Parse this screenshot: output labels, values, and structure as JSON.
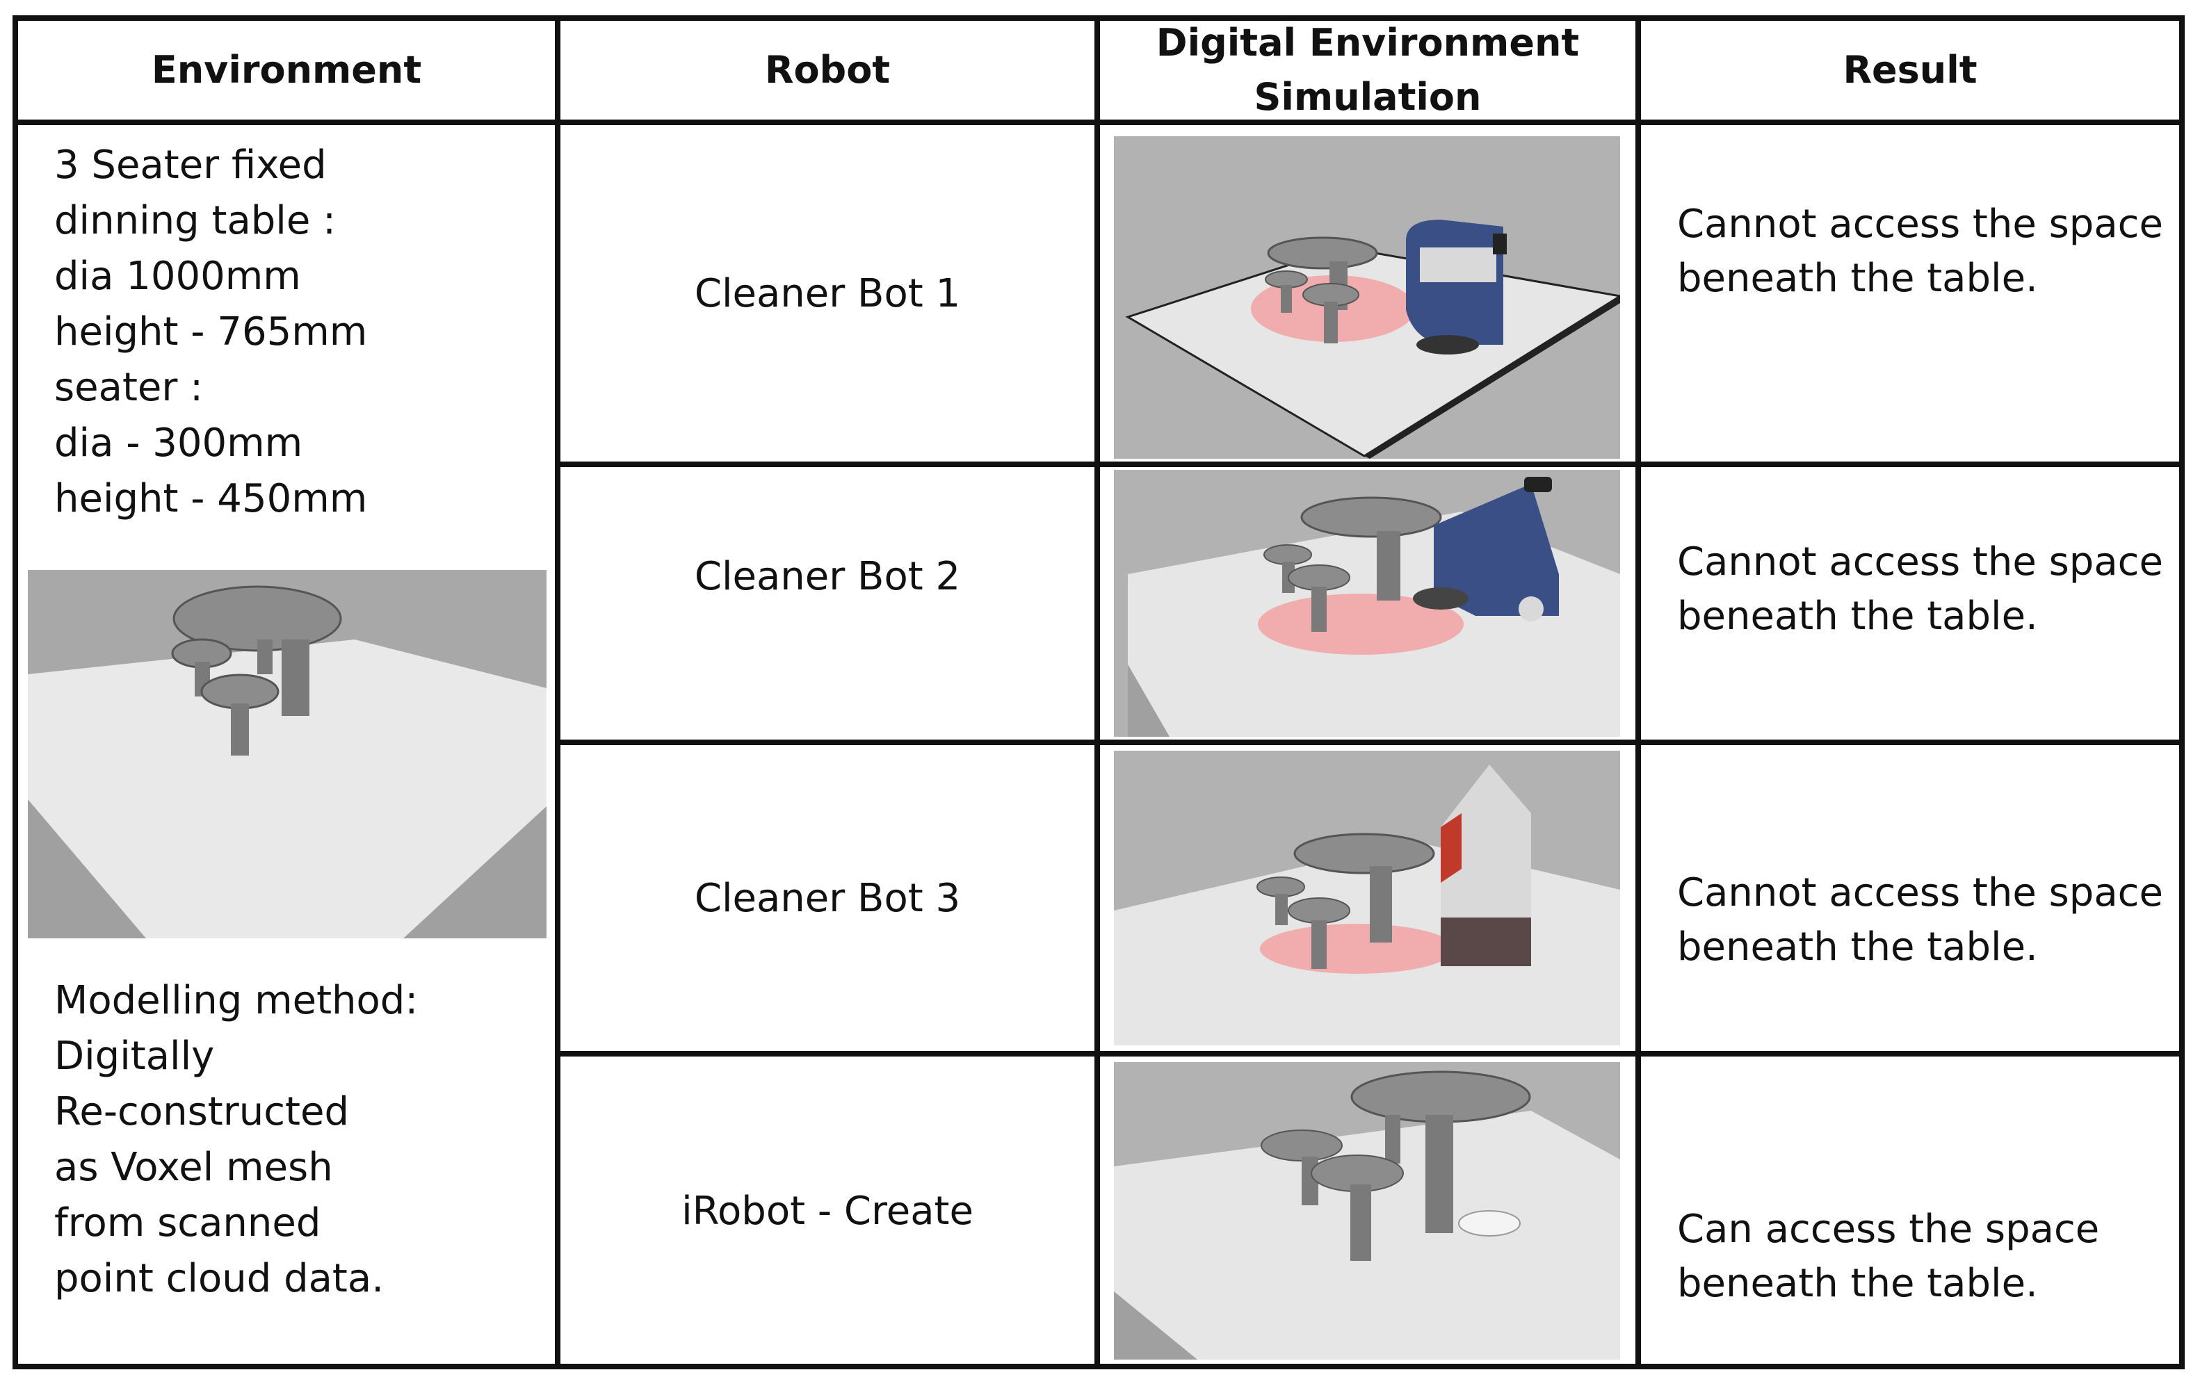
{
  "headers": {
    "environment": "Environment",
    "robot": "Robot",
    "simulation_line1": "Digital Environment",
    "simulation_line2": "Simulation",
    "result": "Result"
  },
  "environment": {
    "spec_lines": [
      "3 Seater fixed",
      "dinning table :",
      "dia 1000mm",
      "height - 765mm",
      "seater :",
      "dia - 300mm",
      "height - 450mm"
    ],
    "method_lines": [
      "Modelling method:",
      "Digitally",
      "Re-constructed",
      "as Voxel mesh",
      "from scanned",
      "point cloud data."
    ]
  },
  "rows": [
    {
      "robot": "Cleaner Bot 1",
      "result_line1": "Cannot access the space",
      "result_line2": "beneath the table."
    },
    {
      "robot": "Cleaner Bot 2",
      "result_line1": "Cannot access the space",
      "result_line2": "beneath the table."
    },
    {
      "robot": "Cleaner Bot 3",
      "result_line1": "Cannot access the space",
      "result_line2": "beneath the table."
    },
    {
      "robot": "iRobot - Create",
      "result_line1": "Can access the space",
      "result_line2": "beneath the table."
    }
  ],
  "colors": {
    "border": "#111111",
    "sim_background": "#a8a8a8",
    "floor": "#e9e9e9",
    "voxel": "#8c8c8c",
    "footprint": "#f2a2a2",
    "robot_blue": "#3a4f86",
    "robot_white": "#d9d9d9"
  }
}
